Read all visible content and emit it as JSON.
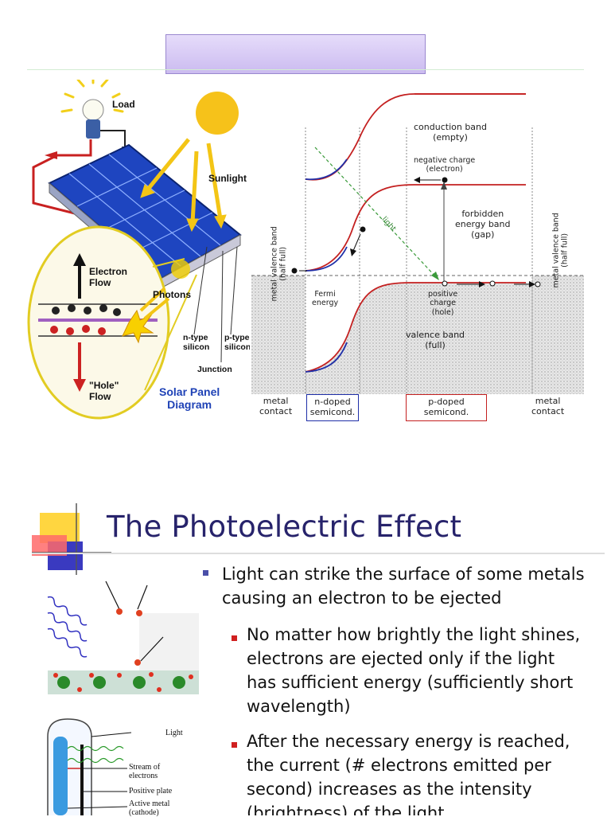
{
  "slide1": {
    "solar_diagram": {
      "load": "Load",
      "sunlight": "Sunlight",
      "electron_flow": "Electron\nFlow",
      "photons": "Photons",
      "hole_flow": "\"Hole\"\nFlow",
      "n_type": "n-type\nsilicon",
      "p_type": "p-type\nsilicon",
      "junction": "Junction",
      "caption": "Solar Panel\nDiagram"
    },
    "band_diagram": {
      "conduction_band": "conduction band\n(empty)",
      "negative_charge": "negative charge\n(electron)",
      "forbidden_band": "forbidden\nenergy band\n(gap)",
      "light": "light",
      "metal_valence_left": "metal valence band\n(half full)",
      "metal_valence_right": "metal valence band\n(half full)",
      "fermi_energy": "Fermi\nenergy",
      "positive_charge": "positive\ncharge\n(hole)",
      "valence_band": "valence band\n(full)",
      "metal_contact_left": "metal\ncontact",
      "n_doped": "n-doped\nsemicond.",
      "p_doped": "p-doped\nsemicond.",
      "metal_contact_right": "metal\ncontact"
    }
  },
  "slide2": {
    "title": "The Photoelectric Effect",
    "bullet_main": "Light can strike the surface of some metals causing an electron to be ejected",
    "sub_bullets": [
      "No matter how brightly the light shines, electrons are ejected only if the light has sufficient energy (sufficiently short wavelength)",
      "After the necessary energy is reached, the current (# electrons emitted per second) increases as the intensity (brightness) of the light"
    ],
    "diagram_labels": {
      "light": "Light",
      "stream": "Stream of\nelectrons",
      "positive_plate": "Positive plate",
      "active_metal": "Active metal\n(cathode)"
    },
    "colors": {
      "title": "#27236b",
      "bullet_main": "#4a4fa8",
      "bullet_sub": "#d02020",
      "n_doped_box": "#1f2fa8",
      "p_doped_box": "#c42020"
    }
  }
}
